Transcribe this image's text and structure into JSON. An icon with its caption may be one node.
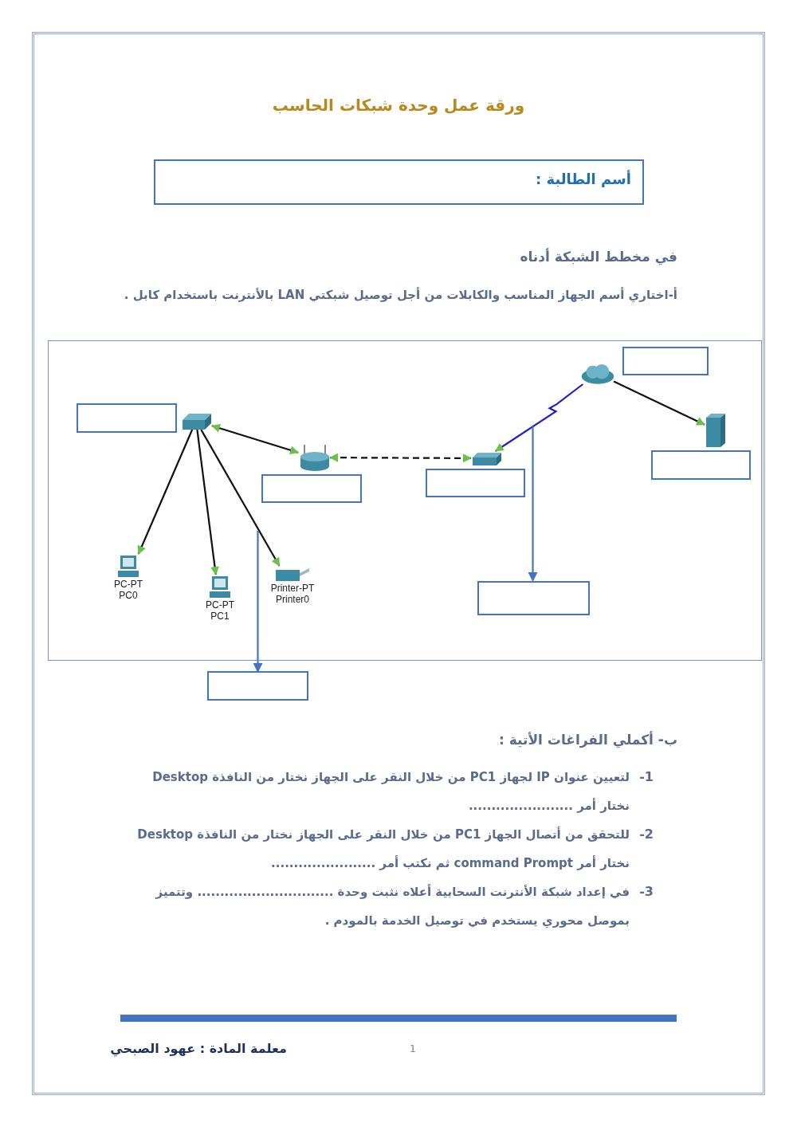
{
  "diagram": {
    "title": "ورقة عمل وحدة شبكات الحاسب",
    "nodes": [
      {
        "text": [
          "أسم الطالبة :"
        ]
      },
      {
        "text": [],
        "shape": "box"
      },
      {
        "text": [],
        "shape": "cloud",
        "in": 1
      },
      {
        "text": [],
        "shape": "box",
        "in": 1
      },
      {
        "text": [],
        "shape": "switch",
        "in": 1
      },
      {
        "text": [],
        "shape": "box",
        "in": 1
      },
      {
        "text": [],
        "shape": "server",
        "in": 1
      },
      {
        "text": [],
        "shape": "box",
        "in": 1
      },
      {
        "text": [],
        "shape": "router",
        "in": 1
      },
      {
        "text": [],
        "shape": "box",
        "in": 1
      },
      {
        "text": [],
        "shape": "modem",
        "in": 1
      },
      {
        "text": [],
        "shape": "box",
        "in": 1
      },
      {
        "text": [
          "PC-PT PC0"
        ],
        "in": 1
      },
      {
        "text": [
          "PC-PT PC1"
        ],
        "in": 1
      },
      {
        "text": [
          "Printer-PT Printer0"
        ],
        "in": 1
      },
      {
        "text": [],
        "shape": "box",
        "in": 1
      },
      {
        "text": [],
        "shape": "box"
      }
    ],
    "edges": [
      {
        "from": 4,
        "to": 8,
        "arrow": "both"
      },
      {
        "from": 8,
        "to": 10,
        "arrow": "both",
        "style": "dashed"
      },
      {
        "from": 2,
        "to": 10,
        "arrow": "to",
        "color": "#1f1fc8"
      },
      {
        "from": 2,
        "to": 6,
        "arrow": "to"
      },
      {
        "from": 4,
        "to": 12,
        "arrow": "to"
      },
      {
        "from": 4,
        "to": 13,
        "arrow": "to"
      },
      {
        "from": 4,
        "to": 14,
        "arrow": "to"
      },
      {
        "from": null,
        "to": 15,
        "arrow": "to",
        "color": "#4472c4"
      },
      {
        "from": null,
        "to": 16,
        "arrow": "to",
        "color": "#4472c4"
      }
    ],
    "labels": [
      "في مخطط الشبكة أدناه",
      "أ-اختاري أسم الجهاز المناسب والكابلات من أجل توصيل شبكتي **LAN** بالأنترنت باستخدام كابل .",
      "ب- أكملي  الفراغات الأتية :",
      "1-",
      "لتعيين عنوان   IP لجهاز PC1 من خلال النقر على الجهاز نختار من النافذة Desktop نختار أمر .......................",
      "2-",
      "للتحقق من أتصال الجهاز PC1 من خلال النقر على الجهاز نختار من النافذة Desktop نختار أمر command Prompt ثم نكتب أمر .......................",
      "3-",
      "في إعداد شبكة الأنترنت السحابية أعلاه نثبت وحدة .............................. وتتميز بموصل محوري يستخدم في توصيل الخدمة بالمودم .",
      "معلمة المادة : عهود الصبحي",
      "1"
    ]
  }
}
